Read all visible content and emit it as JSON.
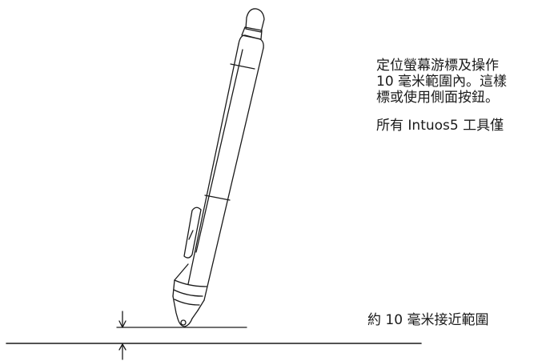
{
  "description": {
    "lines": [
      "定位螢幕游標及操作",
      "10 毫米範圍內。這樣",
      "標或使用側面按鈕。"
    ],
    "note": "所有 Intuos5 工具僅"
  },
  "proximity_label": "約 10 毫米接近範圍",
  "colors": {
    "line": "#1a1a1a",
    "background": "#ffffff"
  },
  "icons": {
    "pen": "grip-pen-icon",
    "arrow_down": "dimension-arrow-down-icon",
    "arrow_up": "dimension-arrow-up-icon"
  }
}
